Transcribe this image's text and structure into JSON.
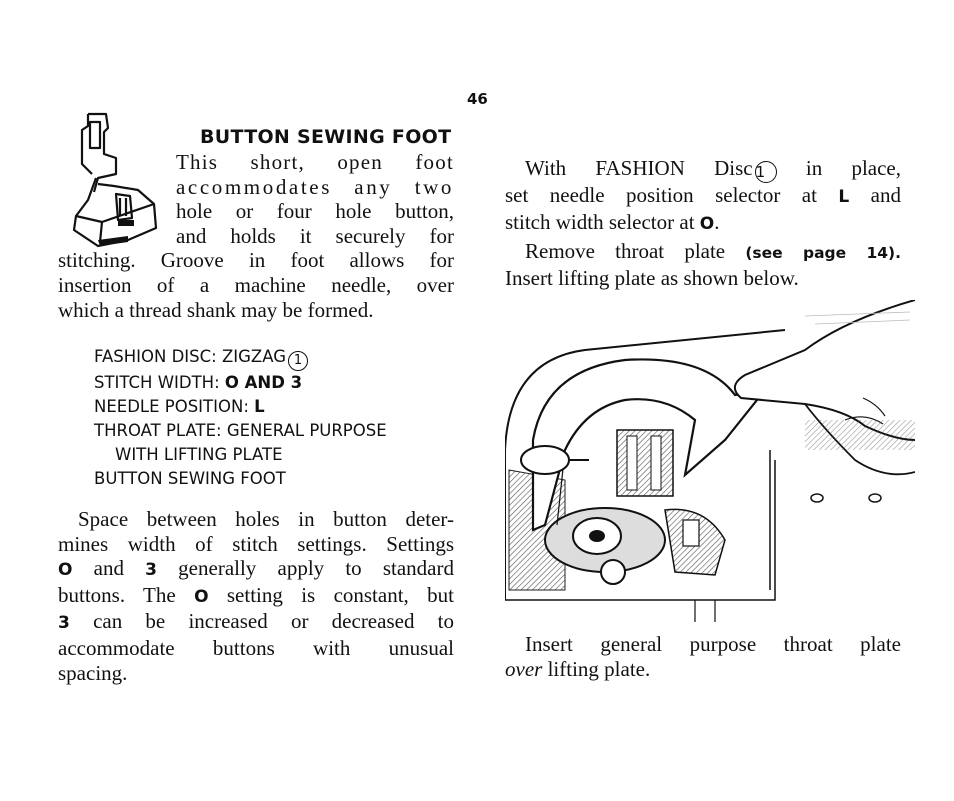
{
  "page_number": "46",
  "left": {
    "heading": "BUTTON SEWING FOOT",
    "intro_lines": [
      "This short, open foot",
      "accommodates any two",
      "hole or four hole button,",
      "and holds it securely for",
      "stitching. Groove in foot allows for",
      "insertion of a machine needle, over",
      "which a thread shank may be formed."
    ],
    "settings": {
      "fashion_disc": "FASHION DISC: ZIGZAG",
      "fashion_disc_number": "1",
      "stitch_width_label": "STITCH WIDTH: ",
      "stitch_width_value": "O AND 3",
      "needle_position_label": "NEEDLE POSITION: ",
      "needle_position_value": "L",
      "throat_plate_1": "THROAT PLATE: GENERAL PURPOSE",
      "throat_plate_2": "WITH LIFTING PLATE",
      "foot": "BUTTON SEWING FOOT"
    },
    "space_para": {
      "l1": "Space between holes in button deter-",
      "l2": "mines width of stitch settings. Settings",
      "l3_b1": "O",
      "l3_t": " and ",
      "l3_b2": "3",
      "l3_t2": " generally apply to standard",
      "l4_t1": "buttons. The ",
      "l4_b": "O",
      "l4_t2": " setting is constant, but",
      "l5_b": "3",
      "l5_t": " can be increased or decreased to",
      "l6": "accommodate buttons with unusual",
      "l7": "spacing."
    }
  },
  "right": {
    "p1": {
      "l1_t": "With FASHION Disc",
      "l1_num": "1",
      "l1_t2": " in place,",
      "l2_t": "set needle position selector at ",
      "l2_b": "L",
      "l2_t2": " and",
      "l3_t": "stitch width selector at ",
      "l3_b": "O",
      "l3_t2": "."
    },
    "p2": {
      "l1_t": "Remove throat plate ",
      "l1_b": "(see page 14).",
      "l2": "Insert lifting plate as shown below."
    },
    "p3": {
      "l1": "Insert general purpose throat plate",
      "l2_i": "over",
      "l2_t": " lifting plate."
    }
  }
}
